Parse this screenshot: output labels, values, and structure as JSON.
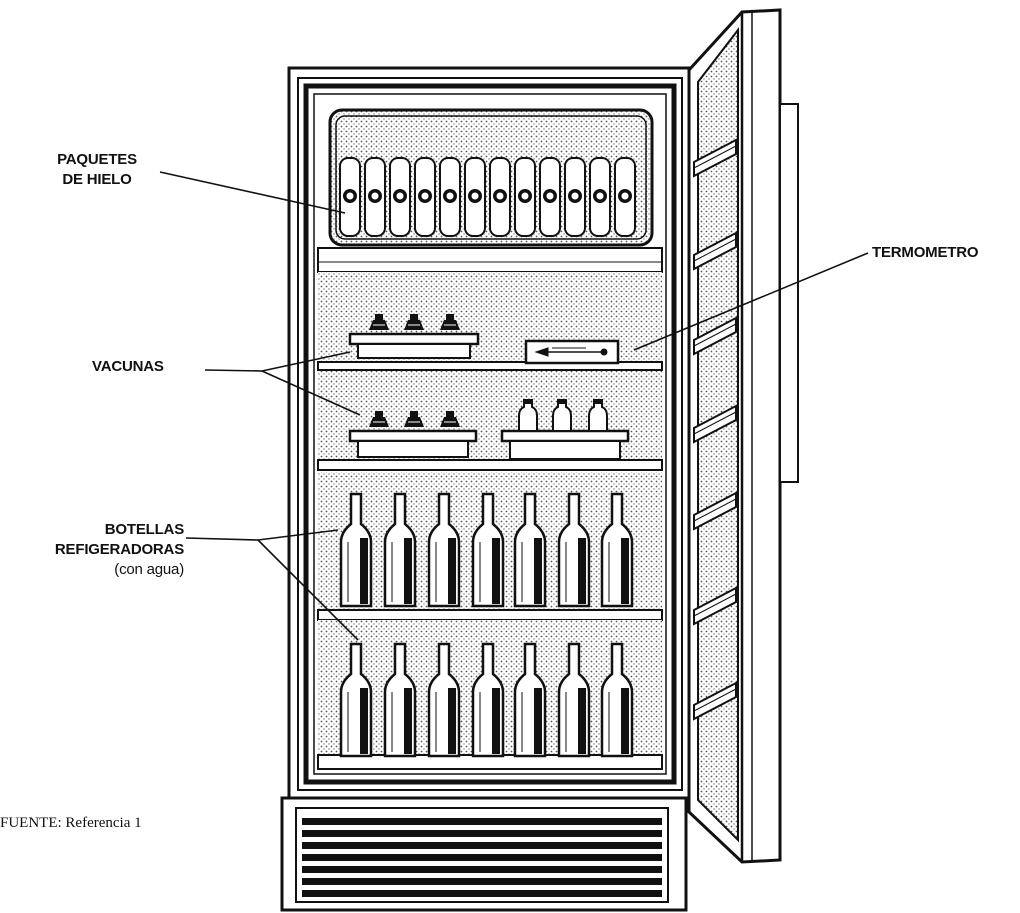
{
  "labels": {
    "ice_packs": [
      "PAQUETES",
      "DE HIELO"
    ],
    "vaccines": "VACUNAS",
    "thermometer": "TERMOMETRO",
    "bottles": [
      "BOTELLAS",
      "REFIGERADORAS",
      "(con agua)"
    ]
  },
  "source": "FUENTE: Referencia 1",
  "colors": {
    "ink": "#111111",
    "paper": "#ffffff",
    "stipple": "#555555"
  }
}
